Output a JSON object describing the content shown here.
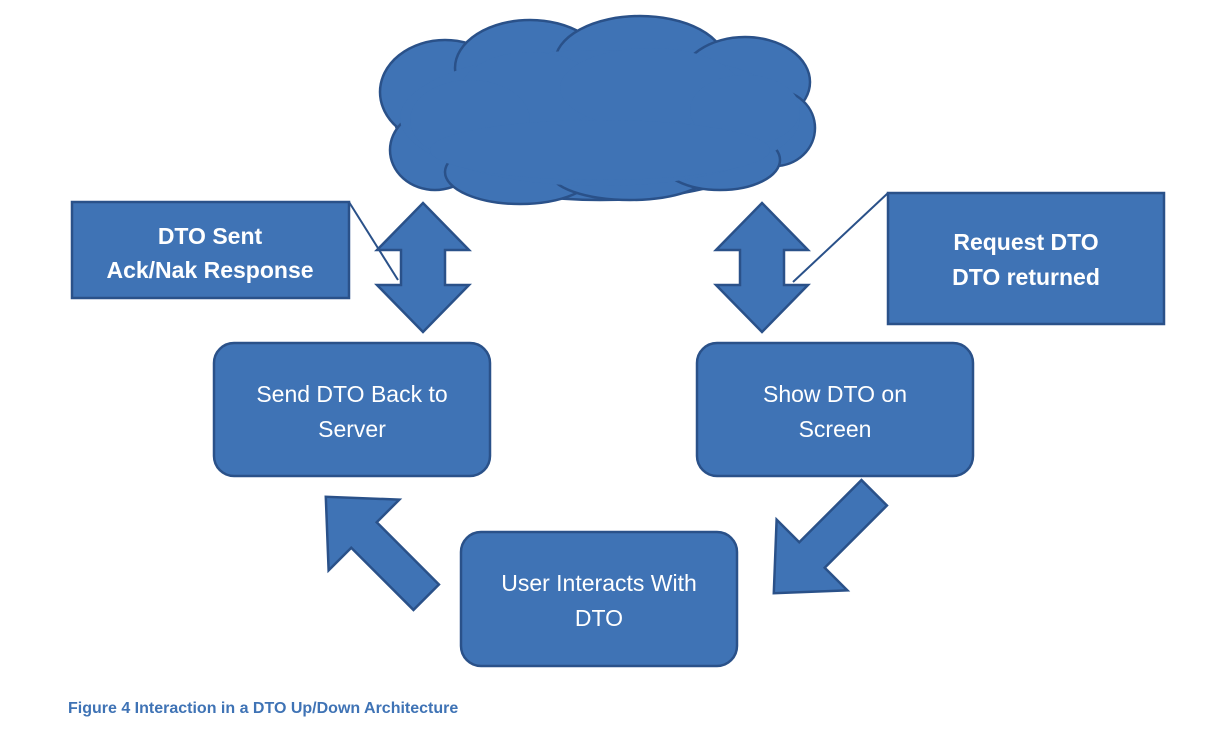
{
  "colors": {
    "shape_fill": "#3f73b5",
    "shape_stroke": "#2a5189",
    "text": "#ffffff",
    "caption": "#3f73b5"
  },
  "diagram": {
    "callout_left": {
      "line1": "DTO Sent",
      "line2": "Ack/Nak Response"
    },
    "callout_right": {
      "line1": "Request DTO",
      "line2": "DTO returned"
    },
    "box_send": {
      "line1": "Send DTO Back to",
      "line2": "Server"
    },
    "box_show": {
      "line1": "Show DTO on",
      "line2": "Screen"
    },
    "box_user": {
      "line1": "User Interacts With",
      "line2": "DTO"
    },
    "icons": {
      "cloud": "cloud-icon",
      "double_arrow": "up-down-arrow-icon",
      "diagonal_arrow": "diagonal-arrow-icon"
    }
  },
  "caption": "Figure 4 Interaction in a DTO Up/Down Architecture"
}
